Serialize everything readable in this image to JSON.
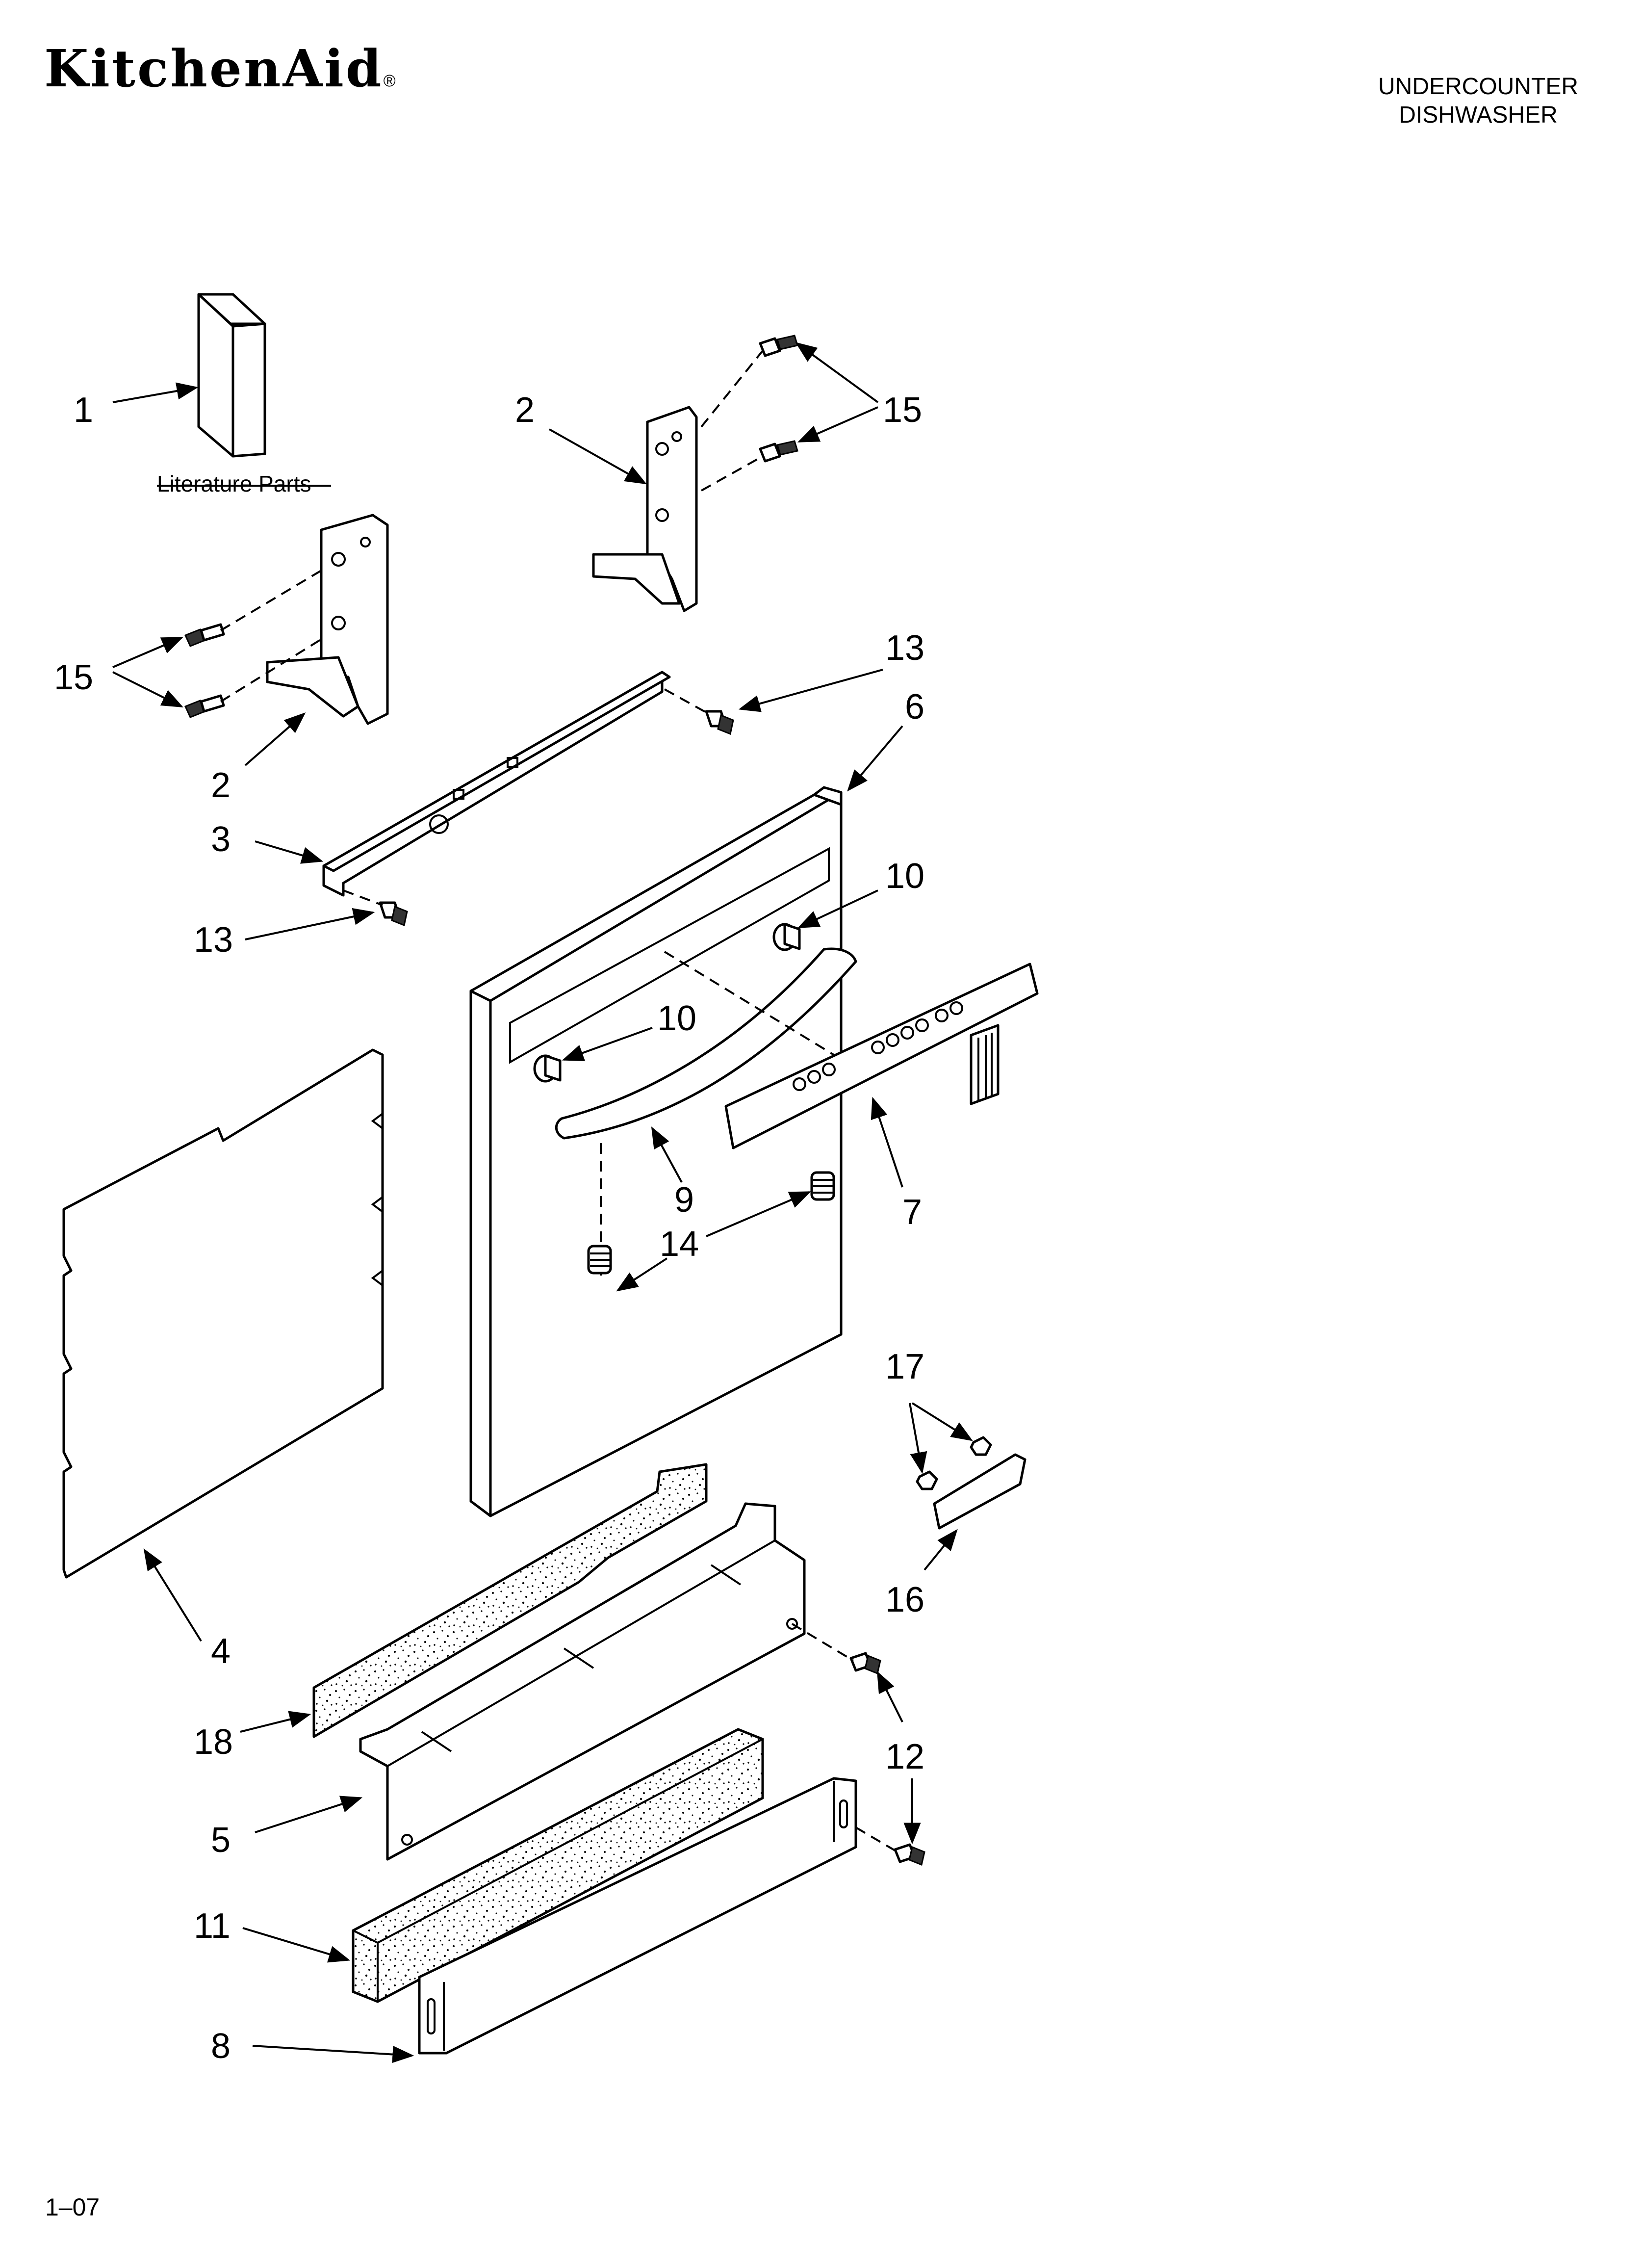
{
  "header": {
    "brand": "KitchenAid",
    "brand_mark": "®",
    "title_line1": "UNDERCOUNTER",
    "title_line2": "DISHWASHER"
  },
  "footer": {
    "code": "1–07"
  },
  "literature_label": "Literature Parts",
  "callouts": {
    "c1": "1",
    "c2a": "2",
    "c15a": "15",
    "c15b": "15",
    "c2b": "2",
    "c13a": "13",
    "c6": "6",
    "c3": "3",
    "c13b": "13",
    "c10a": "10",
    "c10b": "10",
    "c9": "9",
    "c7": "7",
    "c14": "14",
    "c17": "17",
    "c16": "16",
    "c4": "4",
    "c18": "18",
    "c12": "12",
    "c5": "5",
    "c11": "11",
    "c8": "8"
  }
}
